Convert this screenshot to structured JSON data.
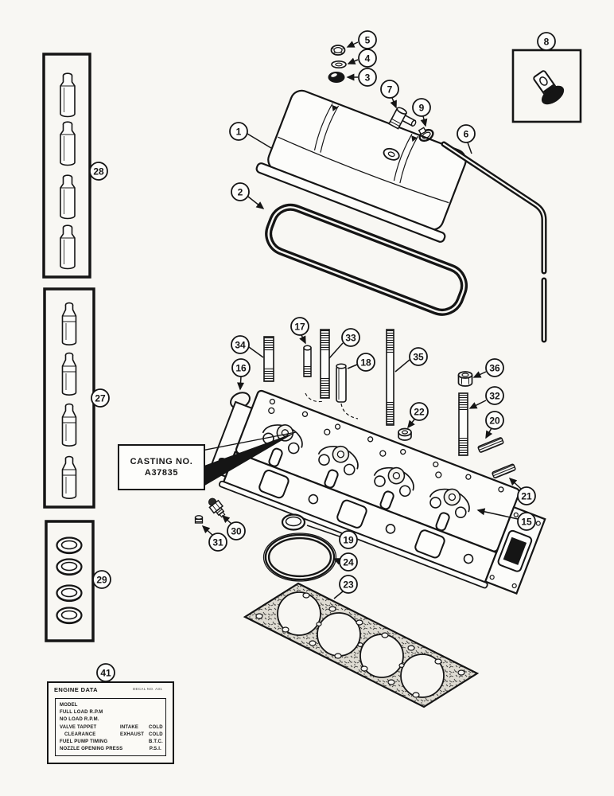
{
  "page": {
    "paper_color": "#f8f7f3",
    "ink_color": "#151515"
  },
  "callouts": {
    "c1": "1",
    "c2": "2",
    "c3": "3",
    "c4": "4",
    "c5": "5",
    "c6": "6",
    "c7": "7",
    "c8": "8",
    "c9": "9",
    "c15": "15",
    "c16": "16",
    "c17": "17",
    "c18": "18",
    "c19": "19",
    "c20": "20",
    "c21": "21",
    "c22": "22",
    "c23": "23",
    "c24": "24",
    "c27": "27",
    "c28": "28",
    "c29": "29",
    "c30": "30",
    "c31": "31",
    "c32": "32",
    "c33": "33",
    "c34": "34",
    "c35": "35",
    "c36": "36",
    "c41": "41"
  },
  "casting_label": {
    "line1": "CASTING NO.",
    "line2": "A37835"
  },
  "decal": {
    "title": "ENGINE DATA",
    "decal_no": "DECAL NO. A31",
    "rows": [
      {
        "label": "MODEL",
        "mid": "",
        "val": ""
      },
      {
        "label": "FULL LOAD R.P.M",
        "mid": "",
        "val": ""
      },
      {
        "label": "NO LOAD R.P.M.",
        "mid": "",
        "val": ""
      },
      {
        "label": "VALVE TAPPET",
        "mid": "INTAKE",
        "val": "COLD"
      },
      {
        "label": "CLEARANCE",
        "mid": "EXHAUST",
        "val": "COLD"
      },
      {
        "label": "FUEL PUMP TIMING",
        "mid": "",
        "val": "B.T.C."
      },
      {
        "label": "NOZZLE OPENING PRESS",
        "mid": "",
        "val": "P.S.I."
      }
    ]
  }
}
